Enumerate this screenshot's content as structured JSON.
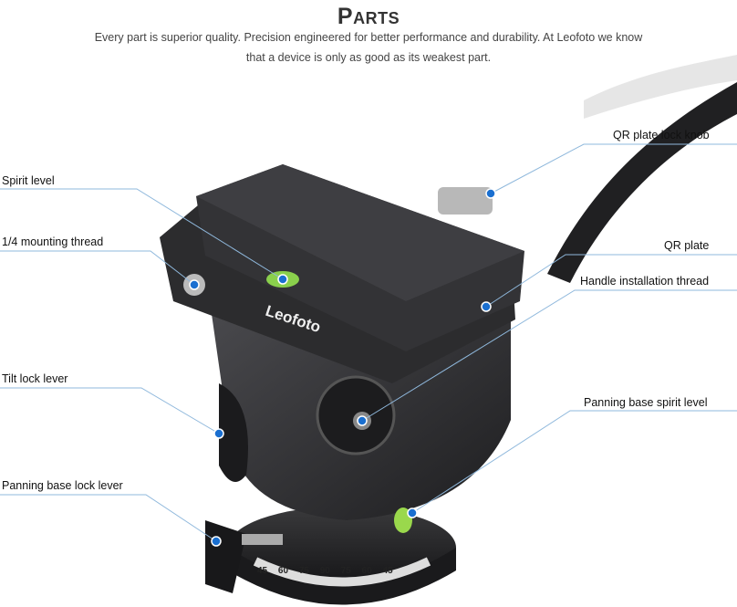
{
  "header": {
    "title": "Parts",
    "description": "Every part is superior quality. Precision engineered for better performance and durability. At Leofoto we know that a device is only as good as its weakest part."
  },
  "brand": "Leofoto",
  "callouts": [
    {
      "label": "QR plate lock knob"
    },
    {
      "label": "Spirit level"
    },
    {
      "label": "1/4 mounting thread"
    },
    {
      "label": "QR plate"
    },
    {
      "label": "Handle installation thread"
    },
    {
      "label": "Tilt lock lever"
    },
    {
      "label": "Panning base spirit level"
    },
    {
      "label": "Panning base lock lever"
    }
  ],
  "scale_numbers": [
    "45",
    "60",
    "75",
    "90",
    "75",
    "60",
    "45"
  ],
  "colors": {
    "callout_line": "#8fb8dc",
    "dot": "#1a6fd0",
    "body": "#2a2a2c"
  }
}
